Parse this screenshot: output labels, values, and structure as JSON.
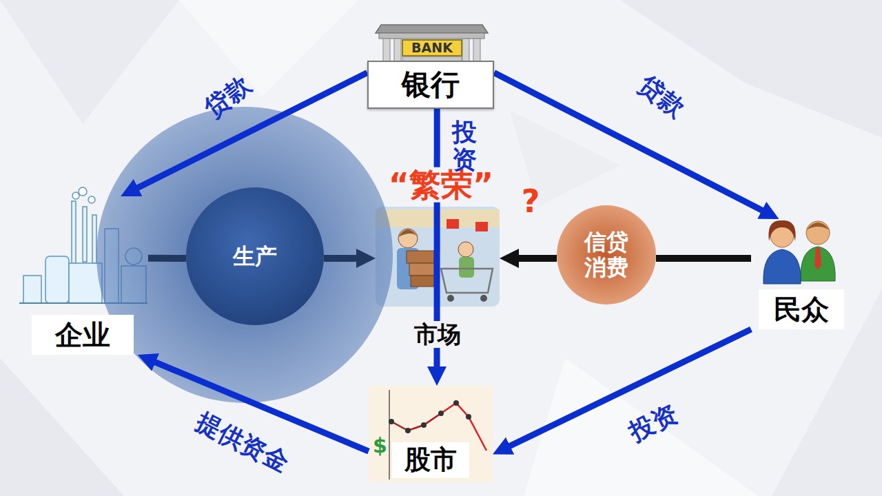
{
  "diagram": {
    "nodes": [
      {
        "text": [
          "银行"
        ]
      },
      {
        "text": [
          "企业"
        ]
      },
      {
        "text": [
          "生产"
        ]
      },
      {
        "text": [
          "市场"
        ]
      },
      {
        "text": [
          "信贷 消费"
        ]
      },
      {
        "text": [
          "民众"
        ]
      },
      {
        "text": [
          "股市"
        ]
      }
    ],
    "edges": [
      {
        "from": 0,
        "to": 1,
        "label": "贷款",
        "arrow": "to"
      },
      {
        "from": 0,
        "to": 5,
        "label": "贷款",
        "arrow": "to"
      },
      {
        "from": 0,
        "to": 6,
        "label": "投资",
        "arrow": "to"
      },
      {
        "from": 5,
        "to": 6,
        "label": "投资",
        "arrow": "to"
      },
      {
        "from": 6,
        "to": 1,
        "label": "提供资金",
        "arrow": "to"
      },
      {
        "from": 1,
        "to": 2,
        "arrow": "none"
      },
      {
        "from": 2,
        "to": 3,
        "arrow": "to"
      },
      {
        "from": 5,
        "to": 4,
        "arrow": "none"
      },
      {
        "from": 4,
        "to": 3,
        "arrow": "to"
      }
    ],
    "labels": [
      "BANK",
      "“繁荣”",
      "?",
      "$"
    ]
  }
}
